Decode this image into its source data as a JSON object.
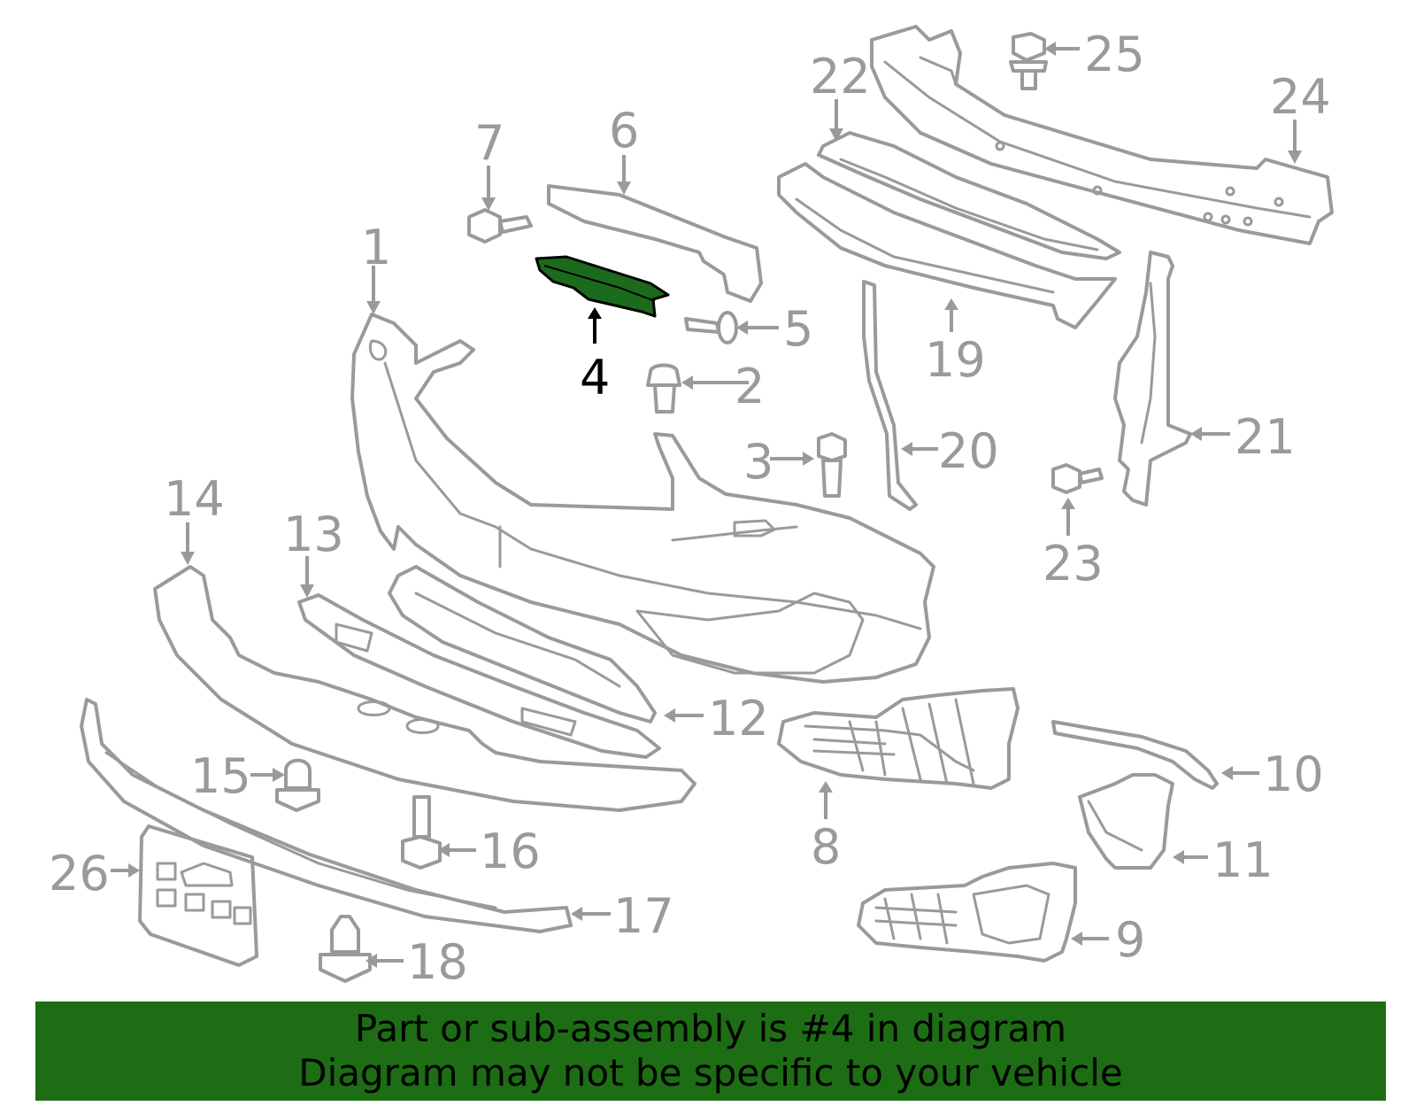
{
  "callouts": {
    "c1": "1",
    "c2": "2",
    "c3": "3",
    "c4": "4",
    "c5": "5",
    "c6": "6",
    "c7": "7",
    "c8": "8",
    "c9": "9",
    "c10": "10",
    "c11": "11",
    "c12": "12",
    "c13": "13",
    "c14": "14",
    "c15": "15",
    "c16": "16",
    "c17": "17",
    "c18": "18",
    "c19": "19",
    "c20": "20",
    "c21": "21",
    "c22": "22",
    "c23": "23",
    "c24": "24",
    "c25": "25",
    "c26": "26"
  },
  "highlighted_part": "4",
  "colors": {
    "line": "#9a9a9a",
    "highlight": "#1c6b1c",
    "banner": "#1d6d14"
  },
  "banner": {
    "line1": "Part or sub-assembly is #4 in diagram",
    "line2": "Diagram may not be specific to your vehicle"
  }
}
